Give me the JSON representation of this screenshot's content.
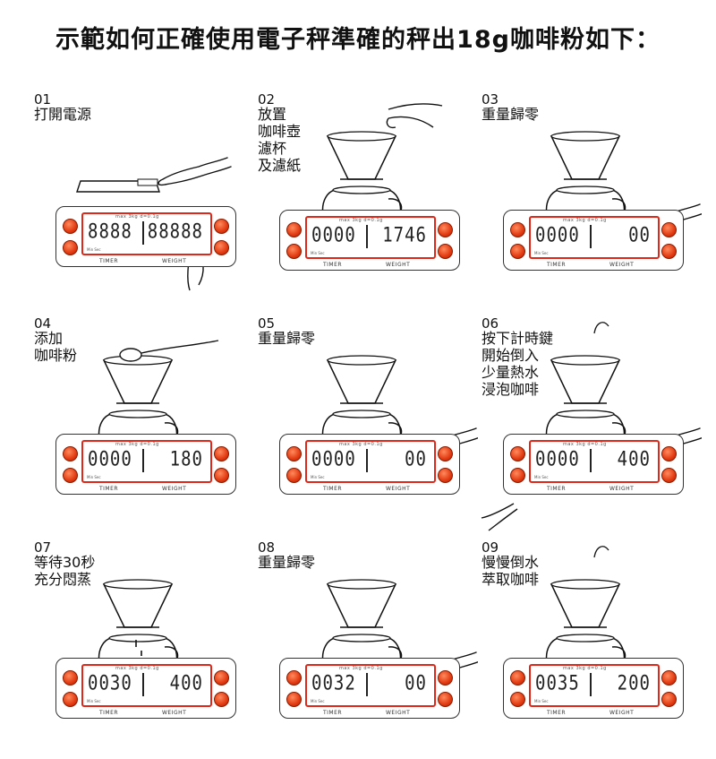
{
  "title": "示範如何正確使用電子秤準確的秤出18g咖啡粉如下：",
  "scale_labels": {
    "timer": "TIMER",
    "weight": "WEIGHT",
    "top": "max 3kg  d=0.1g",
    "sub": "Min  Sec"
  },
  "steps": [
    {
      "num": "01",
      "text": "打開電源",
      "timer": "8888",
      "weight": "88888",
      "illustration": "hand-press-power-button-icon"
    },
    {
      "num": "02",
      "text": "放置\n咖啡壺\n濾杯\n及濾紙",
      "timer": "0000",
      "weight": "1746",
      "illustration": "hand-place-dripper-icon"
    },
    {
      "num": "03",
      "text": "重量歸零",
      "timer": "0000",
      "weight": "00",
      "illustration": "hand-press-tare-button-icon"
    },
    {
      "num": "04",
      "text": "添加\n咖啡粉",
      "timer": "0000",
      "weight": "180",
      "illustration": "spoon-add-coffee-icon"
    },
    {
      "num": "05",
      "text": "重量歸零",
      "timer": "0000",
      "weight": "00",
      "illustration": "hand-press-tare-button-icon"
    },
    {
      "num": "06",
      "text": "按下計時鍵\n開始倒入\n少量熱水\n浸泡咖啡",
      "timer": "0000",
      "weight": "400",
      "illustration": "hand-press-timer-button-icon"
    },
    {
      "num": "07",
      "text": "等待30秒\n充分悶蒸",
      "timer": "0030",
      "weight": "400",
      "illustration": "dripping-coffee-icon"
    },
    {
      "num": "08",
      "text": "重量歸零",
      "timer": "0032",
      "weight": "00",
      "illustration": "hand-press-tare-button-icon"
    },
    {
      "num": "09",
      "text": "慢慢倒水\n萃取咖啡",
      "timer": "0035",
      "weight": "200",
      "illustration": "pour-water-icon"
    }
  ]
}
